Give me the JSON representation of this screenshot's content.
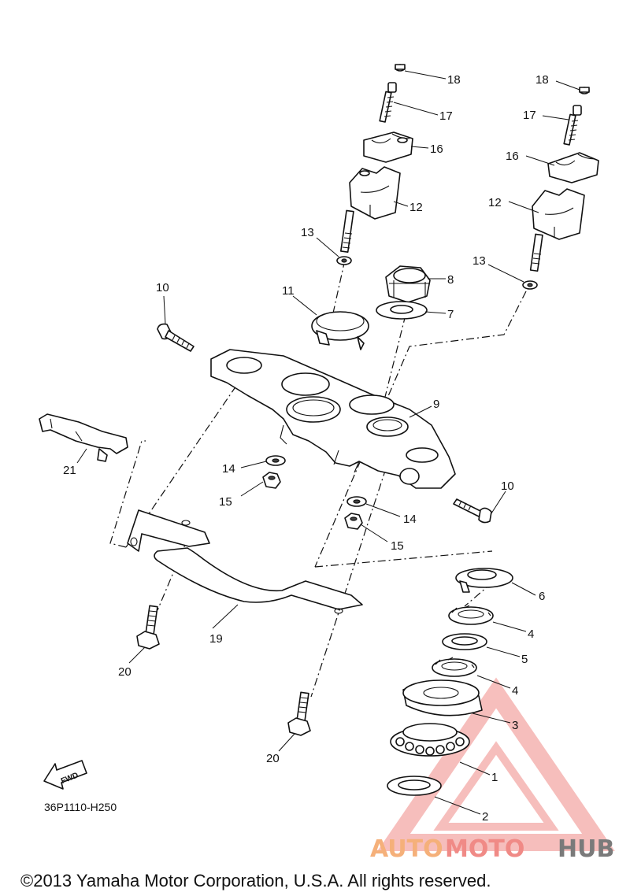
{
  "diagram": {
    "callouts": [
      {
        "id": "c18a",
        "label": "18"
      },
      {
        "id": "c17a",
        "label": "17"
      },
      {
        "id": "c16a",
        "label": "16"
      },
      {
        "id": "c12a",
        "label": "12"
      },
      {
        "id": "c13a",
        "label": "13"
      },
      {
        "id": "c18b",
        "label": "18"
      },
      {
        "id": "c17b",
        "label": "17"
      },
      {
        "id": "c16b",
        "label": "16"
      },
      {
        "id": "c12b",
        "label": "12"
      },
      {
        "id": "c13b",
        "label": "13"
      },
      {
        "id": "c8",
        "label": "8"
      },
      {
        "id": "c7",
        "label": "7"
      },
      {
        "id": "c11",
        "label": "11"
      },
      {
        "id": "c10a",
        "label": "10"
      },
      {
        "id": "c9",
        "label": "9"
      },
      {
        "id": "c10b",
        "label": "10"
      },
      {
        "id": "c21",
        "label": "21"
      },
      {
        "id": "c14a",
        "label": "14"
      },
      {
        "id": "c15a",
        "label": "15"
      },
      {
        "id": "c14b",
        "label": "14"
      },
      {
        "id": "c15b",
        "label": "15"
      },
      {
        "id": "c6",
        "label": "6"
      },
      {
        "id": "c4a",
        "label": "4"
      },
      {
        "id": "c5",
        "label": "5"
      },
      {
        "id": "c4b",
        "label": "4"
      },
      {
        "id": "c19",
        "label": "19"
      },
      {
        "id": "c20a",
        "label": "20"
      },
      {
        "id": "c3",
        "label": "3"
      },
      {
        "id": "c1",
        "label": "1"
      },
      {
        "id": "c20b",
        "label": "20"
      },
      {
        "id": "c2",
        "label": "2"
      }
    ],
    "fwd_label": "FWD",
    "drawing_code": "36P1110-H250",
    "copyright": "©2013 Yamaha Motor Corporation, U.S.A. All rights reserved.",
    "watermark": {
      "part1": "AUTO",
      "part2": "MOTO",
      "part3": "HUB",
      "colors": [
        "#f5b07a",
        "#f08a86",
        "#7a7a7a"
      ]
    }
  }
}
